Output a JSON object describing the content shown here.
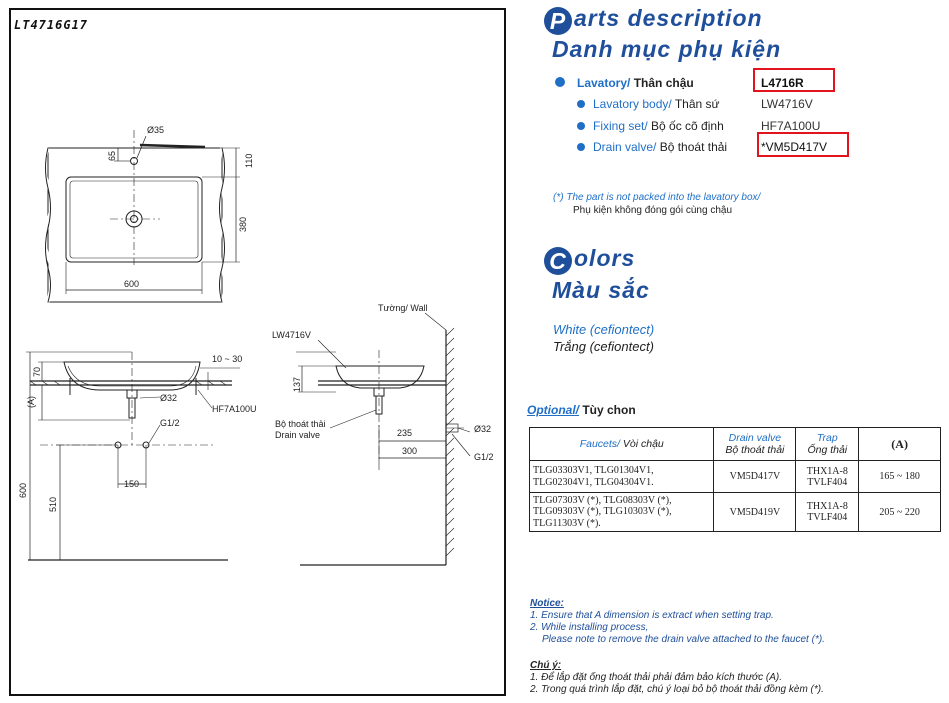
{
  "model_code": "LT4716G17",
  "drawing": {
    "top_view": {
      "hole_dia": "Ø35",
      "dim_65": "65",
      "dim_110": "110",
      "dim_380": "380",
      "dim_600": "600"
    },
    "front_view": {
      "dim_70": "70",
      "dim_10_30": "10 ~ 30",
      "dim_A": "(A)",
      "dim_600": "600",
      "dim_510": "510",
      "dim_150": "150",
      "drain_dia": "Ø32",
      "pipe_thread": "G1/2",
      "fixing_code": "HF7A100U"
    },
    "side_view": {
      "wall_label": "Tường/ Wall",
      "body_code": "LW4716V",
      "dim_137": "137",
      "drain_label_vi": "Bộ thoát thải",
      "drain_label_en": "Drain valve",
      "dim_235": "235",
      "dim_300": "300",
      "drain_dia": "Ø32",
      "pipe_thread": "G1/2"
    }
  },
  "parts": {
    "heading_cap": "P",
    "heading_en_rest": "arts description",
    "heading_vi": "Danh mục phụ kiện",
    "items": [
      {
        "en": "Lavatory/",
        "vi": "Thân chậu",
        "code": "L4716R"
      },
      {
        "en": "Lavatory body/",
        "vi": "Thân sứ",
        "code": "LW4716V"
      },
      {
        "en": "Fixing set/",
        "vi": "Bộ ốc cõ định",
        "code": "HF7A100U"
      },
      {
        "en": "Drain valve/",
        "vi": "Bộ thoát thải",
        "code": "*VM5D417V"
      }
    ],
    "note_en": "(*) The part is not packed into the lavatory box/",
    "note_vi": "Phụ kiện không đóng gói cùng chậu"
  },
  "colors": {
    "heading_cap": "C",
    "heading_en_rest": "olors",
    "heading_vi": "Màu sắc",
    "en": "White (cefiontect)",
    "vi": "Trắng (cefiontect)"
  },
  "optional": {
    "title_en": "Optional/",
    "title_vi": "Tùy chon",
    "headers": {
      "faucets_en": "Faucets/",
      "faucets_vi": "Vòi chậu",
      "drain_en": "Drain valve",
      "drain_vi": "Bộ thoát thải",
      "trap_en": "Trap",
      "trap_vi": "Ống thải",
      "a": "(A)"
    },
    "rows": [
      {
        "faucets": [
          "TLG03303V1, TLG01304V1,",
          "TLG02304V1, TLG04304V1."
        ],
        "drain": "VM5D417V",
        "trap": [
          "THX1A-8",
          "TVLF404"
        ],
        "a": "165 ~ 180"
      },
      {
        "faucets": [
          "TLG07303V (*), TLG08303V (*),",
          "TLG09303V (*), TLG10303V (*),",
          "TLG11303V (*)."
        ],
        "drain": "VM5D419V",
        "trap": [
          "THX1A-8",
          "TVLF404"
        ],
        "a": "205 ~ 220"
      }
    ]
  },
  "notice": {
    "title": "Notice:",
    "line1": "1. Ensure that A dimension is extract when setting trap.",
    "line2": "2. While installing process,",
    "line3": "Please note to remove the drain valve attached to the faucet  (*)."
  },
  "chu_y": {
    "title": "Chú ý:",
    "line1": "1. Để lắp đặt ống thoát thải phải đảm bảo kích thước (A).",
    "line2": "2. Trong quá trình lắp đặt, chú ý loại bỏ bộ thoát thải đồng kèm (*)."
  },
  "accent_colors": {
    "brand_blue": "#1f4f9a",
    "link_blue": "#1f6fc7",
    "highlight_red": "#e0141a"
  }
}
